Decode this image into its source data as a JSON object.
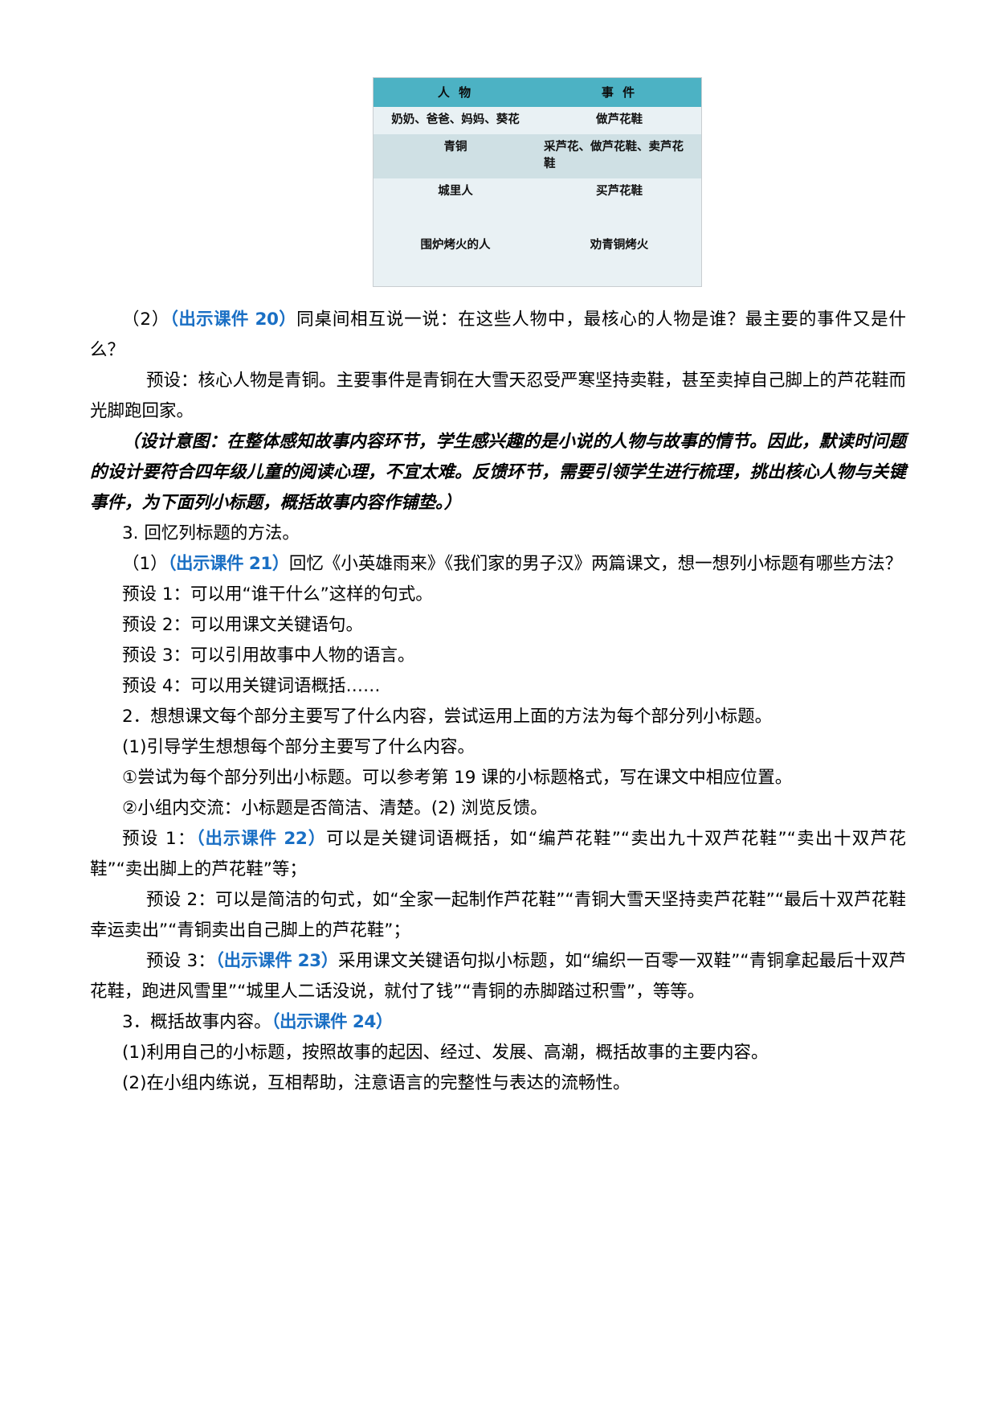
{
  "document": {
    "type": "lesson-plan-page",
    "language": "zh-CN"
  },
  "table": {
    "headers": [
      "人  物",
      "事  件"
    ],
    "rows": [
      {
        "character": "奶奶、爸爸、妈妈、葵花",
        "event": "做芦花鞋"
      },
      {
        "character": "青铜",
        "event": "采芦花、做芦花鞋、卖芦花鞋"
      },
      {
        "character": "城里人",
        "event": "买芦花鞋"
      },
      {
        "character": "围炉烤火的人",
        "event": "劝青铜烤火"
      }
    ],
    "header_bg": "#4cb2c4",
    "row_light_bg": "#e9f1f4",
    "row_dark_bg": "#cfe0e4"
  },
  "accent_color": "#1a6fc4",
  "paragraphs": [
    {
      "id": "p-2-courseware-20",
      "indent": "indent1",
      "segments": [
        {
          "text": "（2）",
          "style": "plain"
        },
        {
          "text": "（出示课件 20）",
          "style": "blue"
        },
        {
          "text": "同桌间相互说一说：在这些人物中，最核心的人物是谁？最主要的事件又是什么？",
          "style": "plain"
        }
      ]
    },
    {
      "id": "p-yushe-core",
      "indent": "indent2",
      "segments": [
        {
          "text": "预设：核心人物是青铜。主要事件是青铜在大雪天忍受严寒坚持卖鞋，甚至卖掉自己脚上的芦花鞋而光脚跑回家。",
          "style": "plain"
        }
      ]
    },
    {
      "id": "p-design-intent",
      "indent": "indent1",
      "kai": true,
      "segments": [
        {
          "text": "（设计意图：在整体感知故事内容环节，学生感兴趣的是小说的人物与故事的情节。因此，默读时问题的设计要符合四年级儿童的阅读心理，不宜太难。反馈环节，需要引领学生进行梳理，挑出核心人物与关键事件，为下面列小标题，概括故事内容作铺垫。）",
          "style": "plain"
        }
      ]
    },
    {
      "id": "p-3-recall",
      "indent": "indent1",
      "segments": [
        {
          "text": "3. 回忆列标题的方法。",
          "style": "plain"
        }
      ]
    },
    {
      "id": "p-1-courseware-21",
      "indent": "indent1",
      "segments": [
        {
          "text": "（1）",
          "style": "plain"
        },
        {
          "text": "（出示课件 21）",
          "style": "blue"
        },
        {
          "text": "回忆《小英雄雨来》《我们家的男子汉》两篇课文，想一想列小标题有哪些方法？",
          "style": "plain"
        }
      ]
    },
    {
      "id": "p-yushe-1",
      "indent": "indent1",
      "segments": [
        {
          "text": "预设 1：可以用“谁干什么”这样的句式。",
          "style": "plain"
        }
      ]
    },
    {
      "id": "p-yushe-2",
      "indent": "indent1",
      "segments": [
        {
          "text": "预设 2：可以用课文关键语句。",
          "style": "plain"
        }
      ]
    },
    {
      "id": "p-yushe-3",
      "indent": "indent1",
      "segments": [
        {
          "text": "预设 3：可以引用故事中人物的语言。",
          "style": "plain"
        }
      ]
    },
    {
      "id": "p-yushe-4",
      "indent": "indent1",
      "segments": [
        {
          "text": "预设 4：可以用关键词语概括……",
          "style": "plain"
        }
      ]
    },
    {
      "id": "p-2-think",
      "indent": "indent1",
      "segments": [
        {
          "text": "2．想想课文每个部分主要写了什么内容，尝试运用上面的方法为每个部分列小标题。",
          "style": "plain"
        }
      ]
    },
    {
      "id": "p-1-guide",
      "indent": "indent1",
      "segments": [
        {
          "text": "(1)引导学生想想每个部分主要写了什么内容。",
          "style": "plain"
        }
      ]
    },
    {
      "id": "p-circle-1",
      "indent": "indent1",
      "segments": [
        {
          "text": "①尝试为每个部分列出小标题。可以参考第 19 课的小标题格式，写在课文中相应位置。",
          "style": "plain"
        }
      ]
    },
    {
      "id": "p-circle-2",
      "indent": "indent1",
      "segments": [
        {
          "text": "②小组内交流：小标题是否简洁、清楚。(2) 浏览反馈。",
          "style": "plain"
        }
      ]
    },
    {
      "id": "p-yushe-1-courseware-22",
      "indent": "indent1",
      "segments": [
        {
          "text": "预设 1：",
          "style": "plain"
        },
        {
          "text": "（出示课件 22）",
          "style": "blue"
        },
        {
          "text": "可以是关键词语概括，如“编芦花鞋”“卖出九十双芦花鞋”“卖出十双芦花鞋”“卖出脚上的芦花鞋”等；",
          "style": "plain"
        }
      ]
    },
    {
      "id": "p-yushe-2-sentence",
      "indent": "indent2",
      "segments": [
        {
          "text": "预设 2：可以是简洁的句式，如“全家一起制作芦花鞋”“青铜大雪天坚持卖芦花鞋”“最后十双芦花鞋幸运卖出”“青铜卖出自己脚上的芦花鞋”；",
          "style": "plain"
        }
      ]
    },
    {
      "id": "p-yushe-3-courseware-23",
      "indent": "indent2",
      "segments": [
        {
          "text": "预设 3：",
          "style": "plain"
        },
        {
          "text": "（出示课件 23）",
          "style": "blue"
        },
        {
          "text": "采用课文关键语句拟小标题，如“编织一百零一双鞋”“青铜拿起最后十双芦花鞋，跑进风雪里”“城里人二话没说，就付了钱”“青铜的赤脚踏过积雪”，等等。",
          "style": "plain"
        }
      ]
    },
    {
      "id": "p-3-summary-courseware-24",
      "indent": "indent1",
      "segments": [
        {
          "text": "3．概括故事内容。",
          "style": "plain"
        },
        {
          "text": "（出示课件 24）",
          "style": "blue"
        }
      ]
    },
    {
      "id": "p-1-use-subtitle",
      "indent": "indent1",
      "segments": [
        {
          "text": "(1)利用自己的小标题，按照故事的起因、经过、发展、高潮，概括故事的主要内容。",
          "style": "plain"
        }
      ]
    },
    {
      "id": "p-2-group-practice",
      "indent": "indent1",
      "segments": [
        {
          "text": "(2)在小组内练说，互相帮助，注意语言的完整性与表达的流畅性。",
          "style": "plain"
        }
      ]
    }
  ]
}
